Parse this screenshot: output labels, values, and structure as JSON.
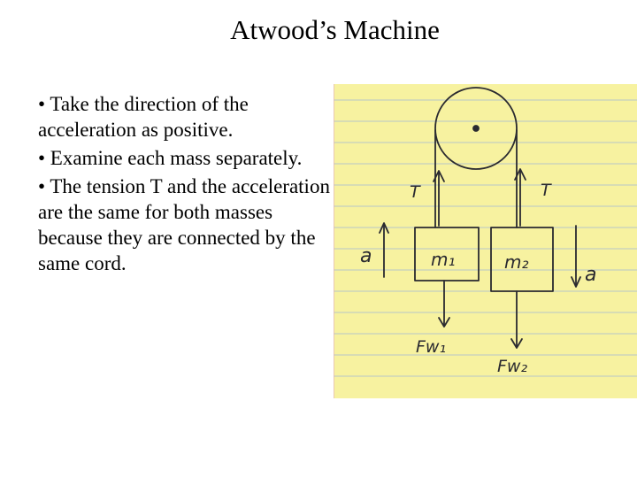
{
  "title": "Atwood’s Machine",
  "bullets": [
    "• Take the direction of the acceleration as positive.",
    "• Examine each mass separately.",
    "• The tension T and the acceleration are the same for both masses because they are connected by the same cord."
  ],
  "diagram": {
    "paper_color": "#f7f2a0",
    "ink_color": "#2a2a30",
    "labels": {
      "tension_left": "T",
      "tension_right": "T",
      "mass_left": "m₁",
      "mass_right": "m₂",
      "accel_left": "a",
      "accel_right": "a",
      "weight_left": "Fw₁",
      "weight_right": "Fw₂"
    }
  }
}
